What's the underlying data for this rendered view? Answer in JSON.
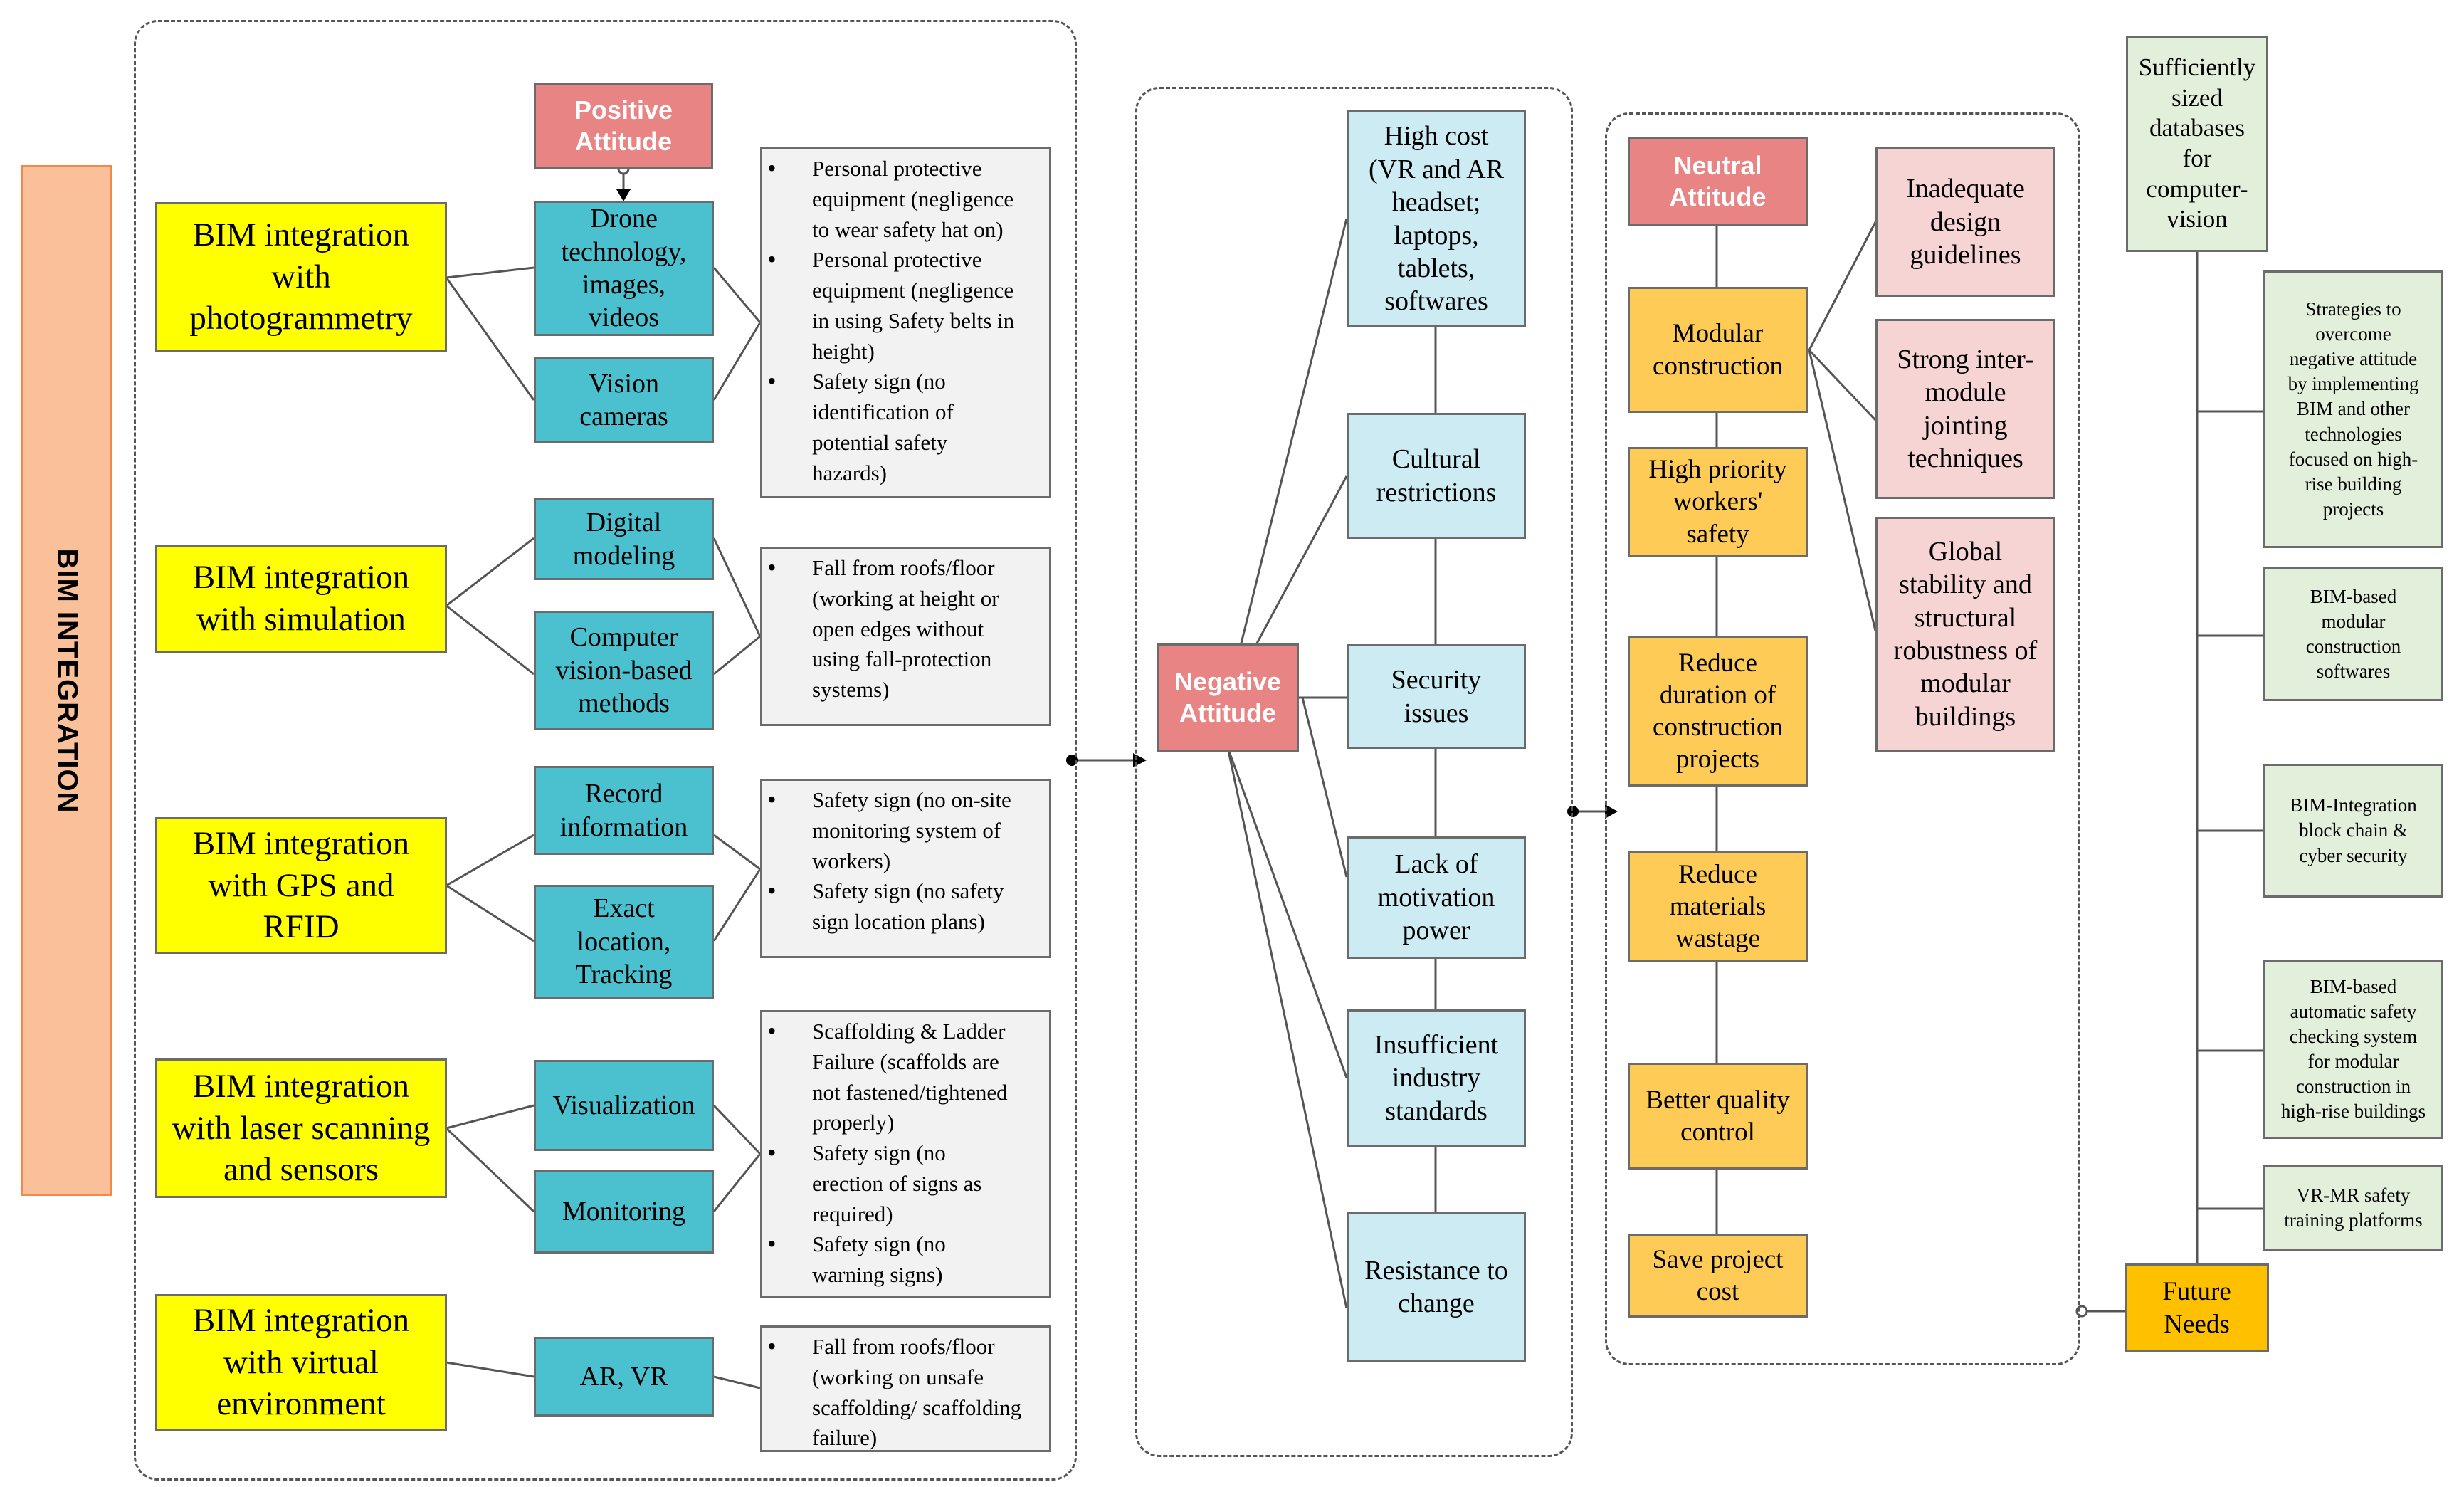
{
  "sidebar": {
    "label": "BIM INTEGRATION"
  },
  "left": {
    "positive_attitude": "Positive\nAttitude",
    "integrations": [
      "BIM integration\nwith\nphotogrammetry",
      "BIM integration\nwith simulation",
      "BIM integration\nwith GPS and\nRFID",
      "BIM integration\nwith laser scanning\nand sensors",
      "BIM integration\nwith virtual\nenvironment"
    ],
    "methods": [
      "Drone\ntechnology,\nimages,\nvideos",
      "Vision\ncameras",
      "Digital\nmodeling",
      "Computer\nvision-based\nmethods",
      "Record\ninformation",
      "Exact\nlocation,\nTracking",
      "Visualization",
      "Monitoring",
      "AR, VR"
    ],
    "hazards": [
      [
        "Personal protective\nequipment (negligence\nto wear safety hat on)",
        "Personal protective\nequipment (negligence\nin using Safety belts in\nheight)",
        "Safety sign (no\nidentification of\npotential safety\nhazards)"
      ],
      [
        "Fall from roofs/floor\n(working at height or\nopen edges without\nusing fall-protection\nsystems)"
      ],
      [
        "Safety sign (no on-site\nmonitoring system of\nworkers)",
        "Safety sign (no safety\nsign location plans)"
      ],
      [
        "Scaffolding & Ladder\nFailure (scaffolds are\nnot fastened/tightened\nproperly)",
        "Safety sign (no\nerection of signs as\nrequired)",
        "Safety sign (no\nwarning signs)"
      ],
      [
        "Fall from roofs/floor\n(working on unsafe\nscaffolding/ scaffolding\nfailure)"
      ]
    ]
  },
  "middle": {
    "negative_attitude": "Negative\nAttitude",
    "barriers": [
      "High cost\n(VR and AR\nheadset;\nlaptops,\ntablets,\nsoftwares",
      "Cultural\nrestrictions",
      "Security\nissues",
      "Lack of\nmotivation\npower",
      "Insufficient\nindustry\nstandards",
      "Resistance to\nchange"
    ]
  },
  "right": {
    "neutral_attitude": "Neutral\nAttitude",
    "benefits": [
      "Modular\nconstruction",
      "High priority\nworkers'\nsafety",
      "Reduce\nduration of\nconstruction\nprojects",
      "Reduce\nmaterials\nwastage",
      "Better quality\ncontrol",
      "Save project\ncost"
    ],
    "challenges": [
      "Inadequate\ndesign\nguidelines",
      "Strong inter-\nmodule\njointing\ntechniques",
      "Global\nstability and\nstructural\nrobustness of\nmodular\nbuildings"
    ]
  },
  "future": {
    "root": "Future\nNeeds",
    "needs": [
      "Sufficiently\nsized\ndatabases\nfor\ncomputer-\nvision",
      "Strategies to\novercome\nnegative attitude\nby implementing\nBIM and other\ntechnologies\nfocused on high-\nrise building\nprojects",
      "BIM-based\nmodular\nconstruction\nsoftwares",
      "BIM-Integration\nblock chain &\ncyber security",
      "BIM-based\nautomatic safety\nchecking system\nfor modular\nconstruction in\nhigh-rise buildings",
      "VR-MR safety\ntraining platforms"
    ]
  }
}
